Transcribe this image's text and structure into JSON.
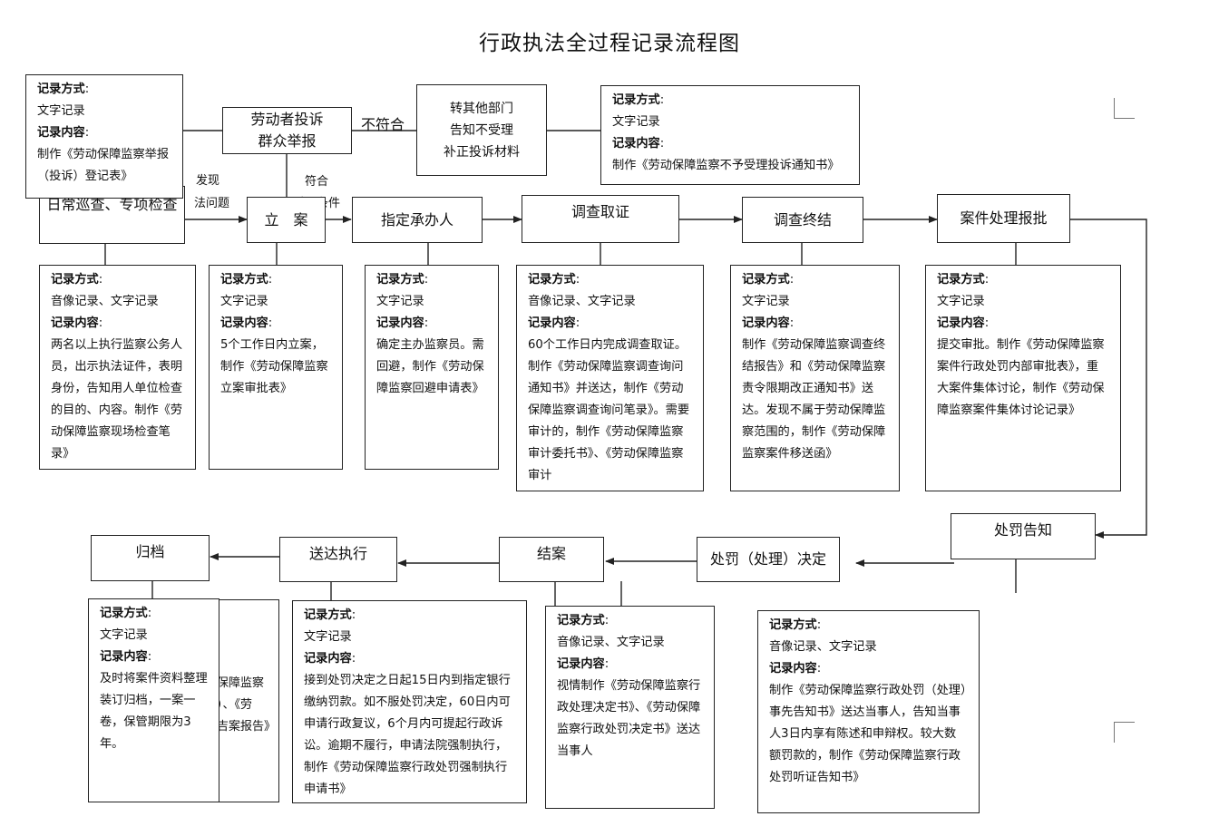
{
  "title": "行政执法全过程记录流程图",
  "labels": {
    "method": "记录方式",
    "content": "记录内容",
    "colon": ":"
  },
  "nodes": {
    "complaint": "劳动者投诉\n群众举报",
    "refer": "转其他部门\n告知不受理\n补正投诉材料",
    "patrol": "日常巡查、专项检查",
    "register": "立　案",
    "assign": "指定承办人",
    "investigate": "调查取证",
    "conclude": "调查终结",
    "approve": "案件处理报批",
    "notice": "处罚告知",
    "decision": "处罚（处理）决定",
    "close": "结案",
    "deliver": "送达执行",
    "archive": "归档"
  },
  "edge_labels": {
    "not_match": "不符合",
    "match": "符合",
    "accept": "受理条件",
    "found": "发现",
    "illegal": "法问题"
  },
  "records": {
    "complaint": {
      "method": "文字记录",
      "content": "制作《劳动保障监察举报（投诉）登记表》"
    },
    "refer": {
      "method": "文字记录",
      "content": "制作《劳动保障监察不予受理投诉通知书》"
    },
    "patrol": {
      "method": "音像记录、文字记录",
      "content": "两名以上执行监察公务人员，出示执法证件，表明身份，告知用人单位检查的目的、内容。制作《劳动保障监察现场检查笔录》"
    },
    "register": {
      "method": "文字记录",
      "content": "5个工作日内立案，制作《劳动保障监察立案审批表》"
    },
    "assign": {
      "method": "文字记录",
      "content": "确定主办监察员。需回避，制作《劳动保障监察回避申请表》"
    },
    "investigate": {
      "method": "音像记录、文字记录",
      "content": "60个工作日内完成调查取证。制作《劳动保障监察调查询问通知书》并送达，制作《劳动保障监察调查询问笔录》。需要审计的，制作《劳动保障监察审计委托书》、《劳动保障监察审计"
    },
    "conclude": {
      "method": "文字记录",
      "content": "制作《劳动保障监察调查终结报告》和《劳动保障监察责令限期改正通知书》送达。发现不属于劳动保障监察范围的，制作《劳动保障监察案件移送函》"
    },
    "approve": {
      "method": "文字记录",
      "content": "提交审批。制作《劳动保障监察案件行政处罚内部审批表》，重大案件集体讨论，制作《劳动保障监察案件集体讨论记录》"
    },
    "notice": {
      "method": "音像记录、文字记录",
      "content": "制作《劳动保障监察行政处罚（处理）事先告知书》送达当事人，告知当事人3日内享有陈述和申辩权。较大数额罚款的，制作《劳动保障监察行政处罚听证告知书》"
    },
    "close": {
      "method": "音像记录、文字记录",
      "content": "视情制作《劳动保障监察行政处理决定书》、《劳动保障监察行政处罚决定书》送达当事人"
    },
    "deliver": {
      "method": "文字记录",
      "content": "接到处罚决定之日起15日内到指定银行缴纳罚款。如不服处罚决定，60日内可申请行政复议，6个月内可提起行政诉讼。逾期不履行，申请法院强制执行，制作《劳动保障监察行政处罚强制执行申请书》"
    },
    "archive": {
      "method": "文字记录",
      "content": "及时将案件资料整理装订归档，一案一卷，保管期限为3年。"
    },
    "hidden_fragment": "保障监察\n）、《劳\n吉案报告》"
  },
  "colors": {
    "line": "#222222",
    "border": "#222222",
    "corner_mark": "#777777"
  }
}
